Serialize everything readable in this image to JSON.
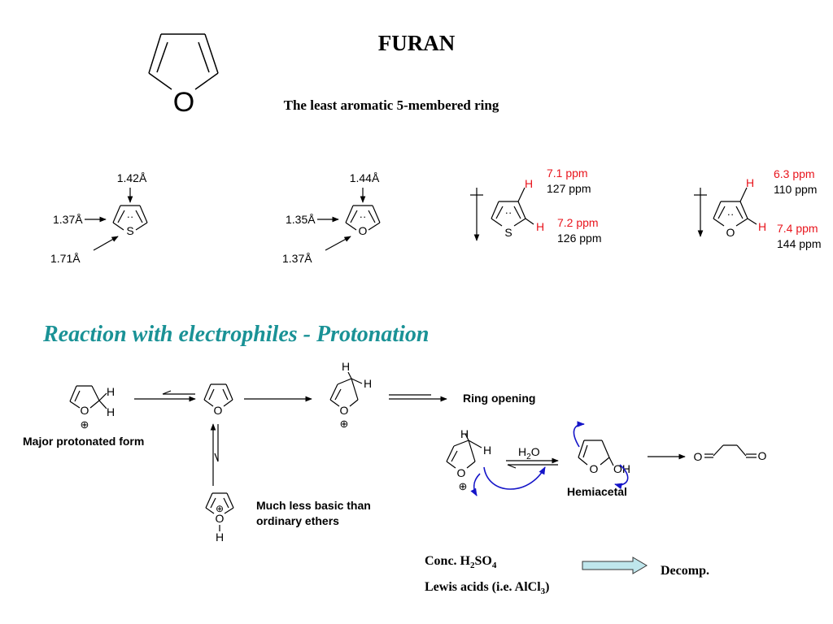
{
  "title": "FURAN",
  "subtitle": "The least aromatic 5-membered ring",
  "structure_labels": {
    "O": "O",
    "S": "S",
    "H": "H",
    "plus": "⊕",
    "lone_pair": "··"
  },
  "thiophene_bonds": {
    "top": "1.42Å",
    "left": "1.37Å",
    "bottom": "1.71Å"
  },
  "furan_bonds": {
    "top": "1.44Å",
    "left": "1.35Å",
    "bottom": "1.37Å"
  },
  "thiophene_nmr": {
    "beta_h": "7.1 ppm",
    "beta_c": "127 ppm",
    "alpha_h": "7.2 ppm",
    "alpha_c": "126 ppm"
  },
  "furan_nmr": {
    "beta_h": "6.3 ppm",
    "beta_c": "110 ppm",
    "alpha_h": "7.4 ppm",
    "alpha_c": "144 ppm"
  },
  "section_heading": "Reaction with electrophiles - Protonation",
  "labels": {
    "major": "Major protonated form",
    "ring_opening": "Ring opening",
    "less_basic_1": "Much less basic than",
    "less_basic_2": "ordinary ethers",
    "hemiacetal": "Hemiacetal",
    "water": "H",
    "water_sub": "2",
    "water_o": "O",
    "oh": "OH",
    "conc_prefix": "Conc. H",
    "conc_sub1": "2",
    "conc_mid": "SO",
    "conc_sub2": "4",
    "lewis_prefix": "Lewis acids (i.e. AlCl",
    "lewis_sub": "3",
    "lewis_suffix": ")",
    "decomp": "Decomp."
  },
  "colors": {
    "nmr": "#e8141c",
    "heading": "#1a9296",
    "curly_arrow": "#1414c8",
    "decomp_arrow": "#bfe6ec"
  },
  "icons": {
    "mirror_arrows": "down-arrow-icon"
  }
}
